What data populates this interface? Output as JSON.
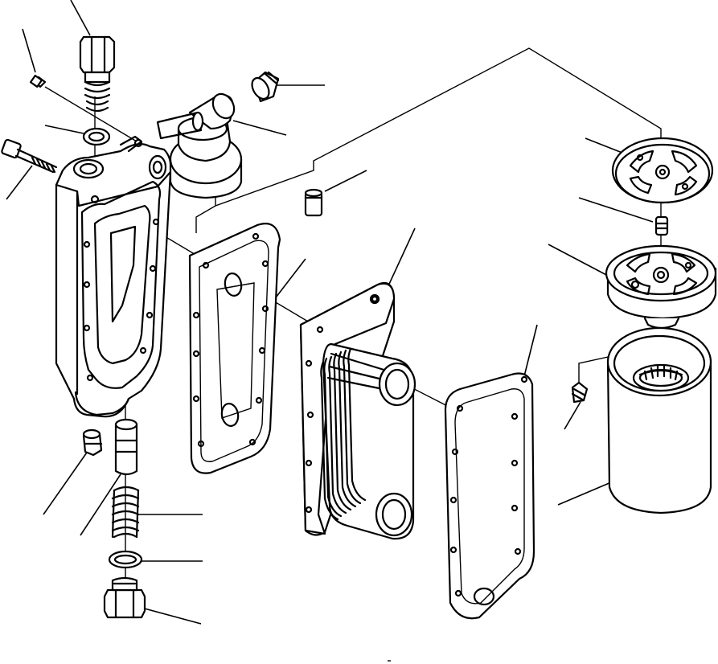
{
  "diagram": {
    "kind": "exploded-parts-view",
    "colors": {
      "line": "#000000",
      "background": "#ffffff"
    },
    "parts": [
      "relief-valve-plug",
      "small-screw",
      "o-ring-upper",
      "long-bolt",
      "oil-cooler-body",
      "bypass-plug",
      "thermo-elbow-housing",
      "small-plug",
      "cover-gasket",
      "cooler-element",
      "element-gasket",
      "filter-top-plate",
      "nipple",
      "filter-head",
      "drain-cock",
      "oil-filter-cartridge",
      "lower-plug",
      "lower-piston",
      "lower-spring",
      "lower-o-ring",
      "lower-hex-plug"
    ]
  }
}
